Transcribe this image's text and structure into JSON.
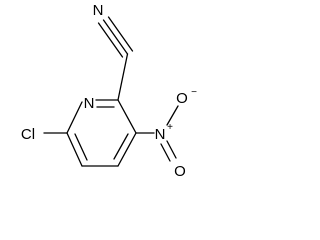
{
  "molecule": {
    "atoms": {
      "nitrile_n": "N",
      "ring_n": "N",
      "chlorine": "Cl",
      "nitro_n": "N",
      "nitro_n_charge": "+",
      "nitro_o_top": "O",
      "nitro_o_top_charge": "−",
      "nitro_o_bottom": "O"
    },
    "colors": {
      "ink": "#000000",
      "background": "#ffffff"
    }
  }
}
